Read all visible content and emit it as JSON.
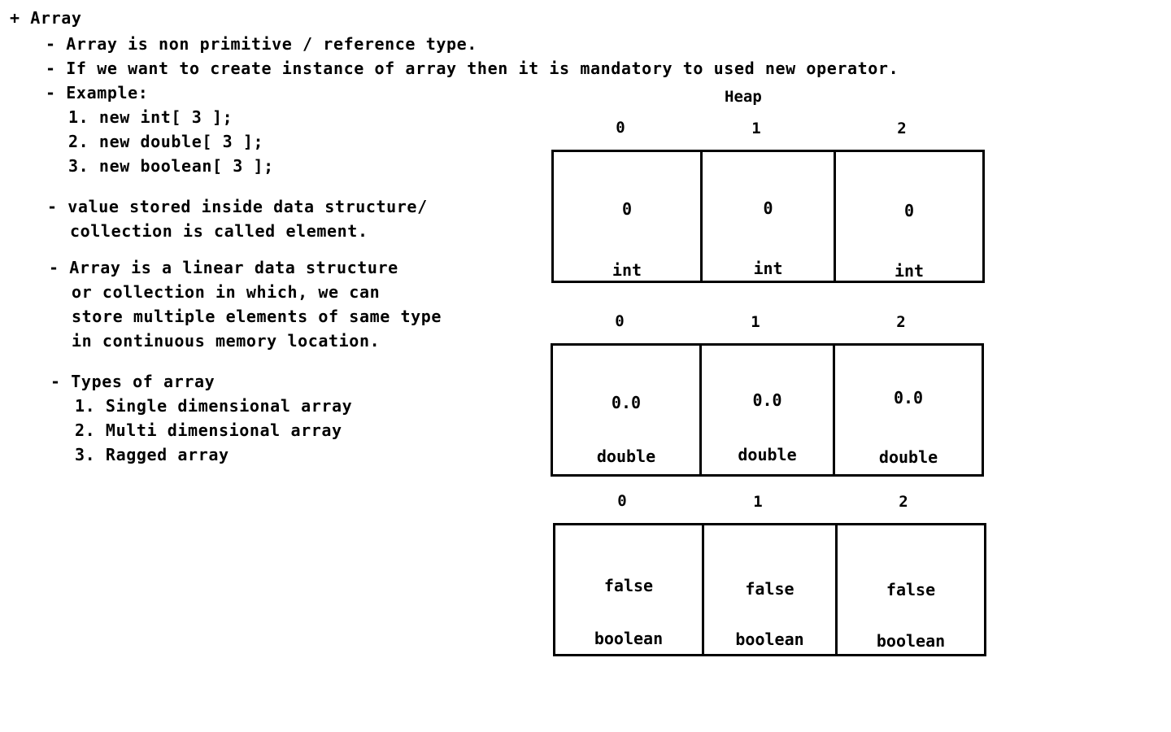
{
  "notes": {
    "heading": "+ Array",
    "b1": "- Array is non primitive / reference type.",
    "b2": "- If we want to create instance of array then it is mandatory to used new operator.",
    "b3": "- Example:",
    "ex1": "1. new int[ 3 ];",
    "ex2": "2. new double[ 3 ];",
    "ex3": "3. new boolean[ 3 ];",
    "b4_l1": "- value stored inside data structure/",
    "b4_l2": "collection is called element.",
    "b5_l1": "- Array is a linear data structure",
    "b5_l2": "or collection in which, we can",
    "b5_l3": "store multiple elements of same type",
    "b5_l4": "in continuous memory location.",
    "b6": "- Types of array",
    "t1": "1. Single dimensional array",
    "t2": "2. Multi dimensional array",
    "t3": "3. Ragged array"
  },
  "heap": {
    "label": "Heap",
    "arrays": [
      {
        "indices": [
          "0",
          "1",
          "2"
        ],
        "values": [
          "0",
          "0",
          "0"
        ],
        "types": [
          "int",
          "int",
          "int"
        ]
      },
      {
        "indices": [
          "0",
          "1",
          "2"
        ],
        "values": [
          "0.0",
          "0.0",
          "0.0"
        ],
        "types": [
          "double",
          "double",
          "double"
        ]
      },
      {
        "indices": [
          "0",
          "1",
          "2"
        ],
        "values": [
          "false",
          "false",
          "false"
        ],
        "types": [
          "boolean",
          "boolean",
          "boolean"
        ]
      }
    ]
  }
}
